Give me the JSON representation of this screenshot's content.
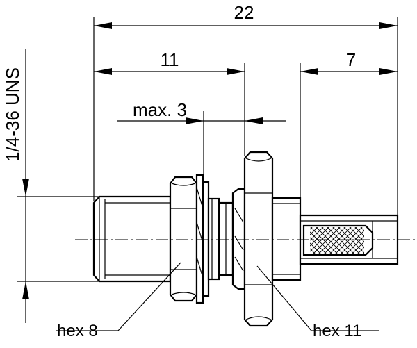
{
  "dimensions": {
    "overall_length": "22",
    "front_length": "11",
    "crimp_length": "7",
    "panel_thickness": "max. 3",
    "thread": "1/4-36 UNS"
  },
  "callouts": {
    "hex_nut": "hex 8",
    "hex_body": "hex 11"
  }
}
